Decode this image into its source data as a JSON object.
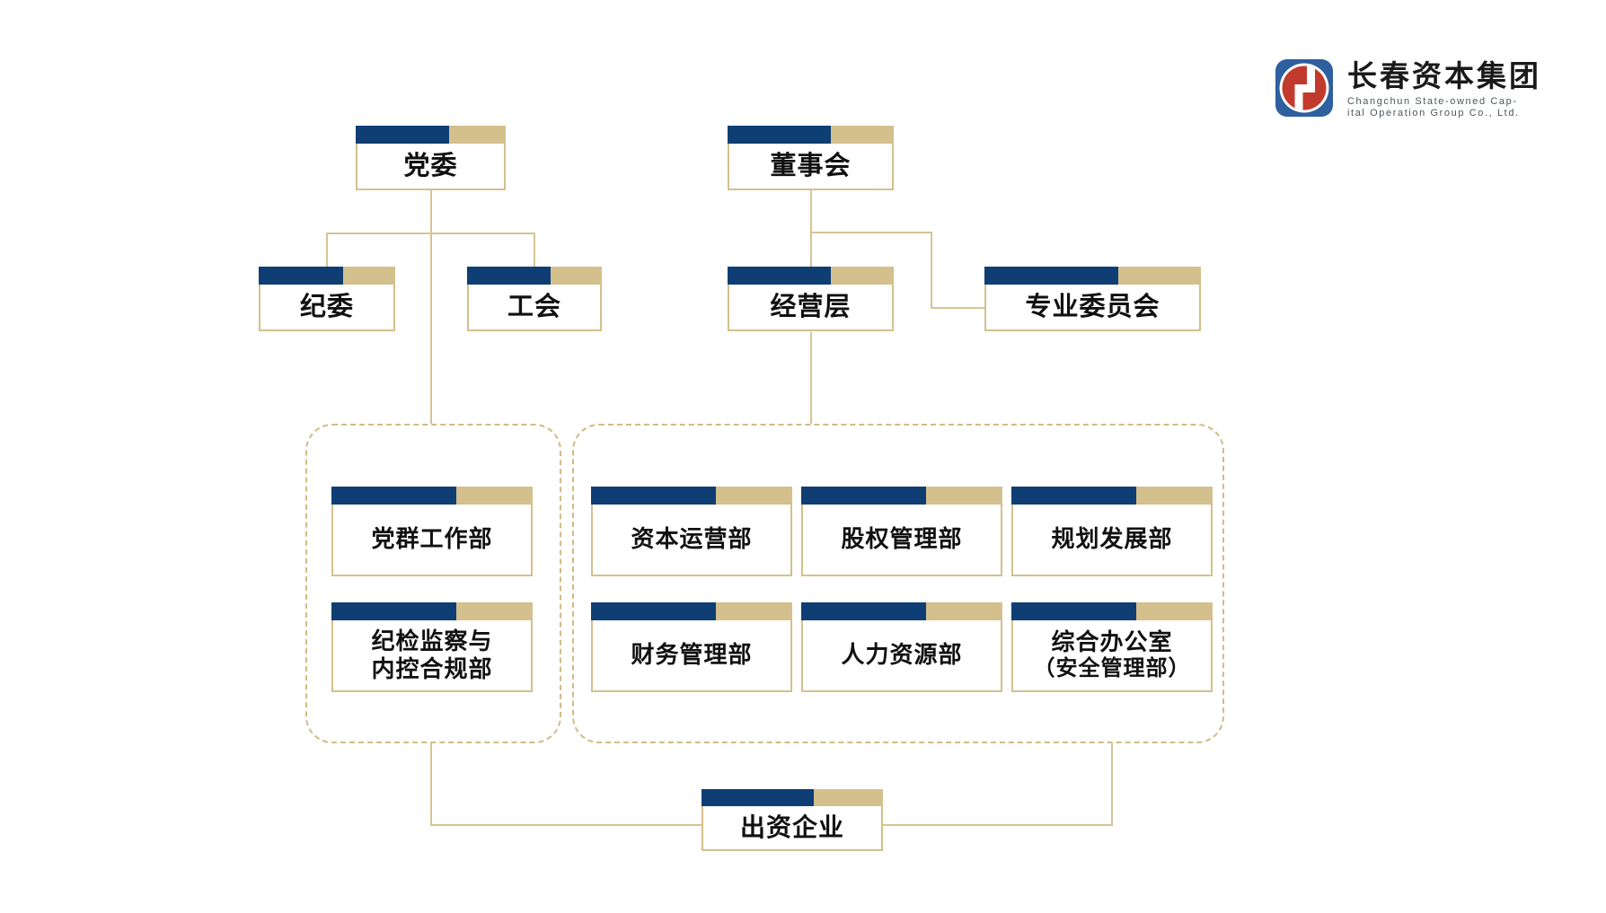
{
  "logo": {
    "name_cn": "长春资本集团",
    "name_en_line1": "Changchun State-owned Cap-",
    "name_en_line2": "ital Operation Group Co., Ltd.",
    "mark": "blue-square-red-circle-monogram-icon"
  },
  "colors": {
    "bar_navy": "#0e3e74",
    "bar_tan": "#d3c08d",
    "connector_line": "#d6c492",
    "dashed_border": "#d2bb85",
    "text": "#111111",
    "logo_blue": "#2e5f9e",
    "logo_red": "#c23a2c",
    "logo_text_gray": "#4d565e"
  },
  "nodes": {
    "party_committee": {
      "label": "党委"
    },
    "board": {
      "label": "董事会"
    },
    "discipline_committee": {
      "label": "纪委"
    },
    "labor_union": {
      "label": "工会"
    },
    "management": {
      "label": "经营层"
    },
    "special_committees": {
      "label": "专业委员会"
    },
    "party_masses_dept": {
      "label": "党群工作部"
    },
    "discipline_inspection_dept": {
      "line1": "纪检监察与",
      "line2": "内控合规部"
    },
    "capital_operation_dept": {
      "label": "资本运营部"
    },
    "equity_management_dept": {
      "label": "股权管理部"
    },
    "planning_development_dept": {
      "label": "规划发展部"
    },
    "finance_dept": {
      "label": "财务管理部"
    },
    "hr_dept": {
      "label": "人力资源部"
    },
    "general_office": {
      "line1": "综合办公室",
      "line2": "（安全管理部）"
    },
    "invested_enterprises": {
      "label": "出资企业"
    }
  }
}
